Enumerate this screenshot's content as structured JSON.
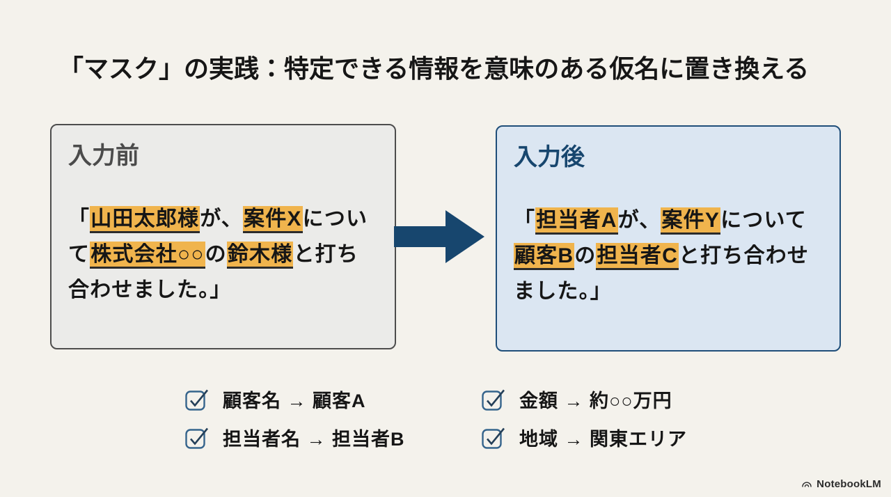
{
  "slide": {
    "title": "「マスク」の実践：特定できる情報を意味のある仮名に置き換える",
    "before_box": {
      "header": "入力前",
      "segments": [
        {
          "text": "「",
          "highlight": false
        },
        {
          "text": "山田太郎様",
          "highlight": true
        },
        {
          "text": "が、",
          "highlight": false
        },
        {
          "text": "案件X",
          "highlight": true
        },
        {
          "text": "につい\nて",
          "highlight": false
        },
        {
          "text": "株式会社○○",
          "highlight": true
        },
        {
          "text": "の",
          "highlight": false
        },
        {
          "text": "鈴木様",
          "highlight": true
        },
        {
          "text": "と打ち\n合わせました。」",
          "highlight": false
        }
      ]
    },
    "after_box": {
      "header": "入力後",
      "segments": [
        {
          "text": "「",
          "highlight": false
        },
        {
          "text": "担当者A",
          "highlight": true
        },
        {
          "text": "が、",
          "highlight": false
        },
        {
          "text": "案件Y",
          "highlight": true
        },
        {
          "text": "について\n",
          "highlight": false
        },
        {
          "text": "顧客B",
          "highlight": true
        },
        {
          "text": "の",
          "highlight": false
        },
        {
          "text": "担当者C",
          "highlight": true
        },
        {
          "text": "と打ち合わせ\nました。」",
          "highlight": false
        }
      ]
    },
    "checklist": {
      "columns": [
        {
          "items": [
            {
              "label": "顧客名 → 顧客A"
            },
            {
              "label": "担当者名 → 担当者B"
            }
          ]
        },
        {
          "items": [
            {
              "label": "金額 → 約○○万円"
            },
            {
              "label": "地域 → 関東エリア"
            }
          ]
        }
      ]
    },
    "branding": {
      "logo_text": "NotebookLM"
    },
    "colors": {
      "background": "#f4f2ec",
      "before_fill": "#ebebe9",
      "before_border": "#4d4d4d",
      "after_fill": "#dbe6f2",
      "after_border": "#1f4e79",
      "after_header": "#17466e",
      "highlight": "#f0b44d",
      "arrow": "#17466e",
      "checkbox_stroke": "#35648c"
    }
  }
}
